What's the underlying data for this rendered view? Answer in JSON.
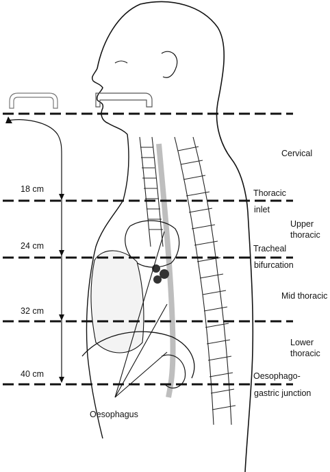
{
  "levels": {
    "cervical": "Cervical",
    "upper_thoracic_1": "Upper",
    "upper_thoracic_2": "thoracic",
    "mid_thoracic": "Mid thoracic",
    "lower_thoracic_1": "Lower",
    "lower_thoracic_2": "thoracic"
  },
  "landmarks": {
    "thoracic_1": "Thoracic",
    "thoracic_2": "inlet",
    "tracheal_1": "Tracheal",
    "tracheal_2": "bifurcation",
    "ogj_1": "Oesophago-",
    "ogj_2": "gastric junction"
  },
  "distances": {
    "d18": "18 cm",
    "d24": "24 cm",
    "d32": "32 cm",
    "d40": "40 cm"
  },
  "structure": {
    "oesophagus": "Oesophagus"
  }
}
